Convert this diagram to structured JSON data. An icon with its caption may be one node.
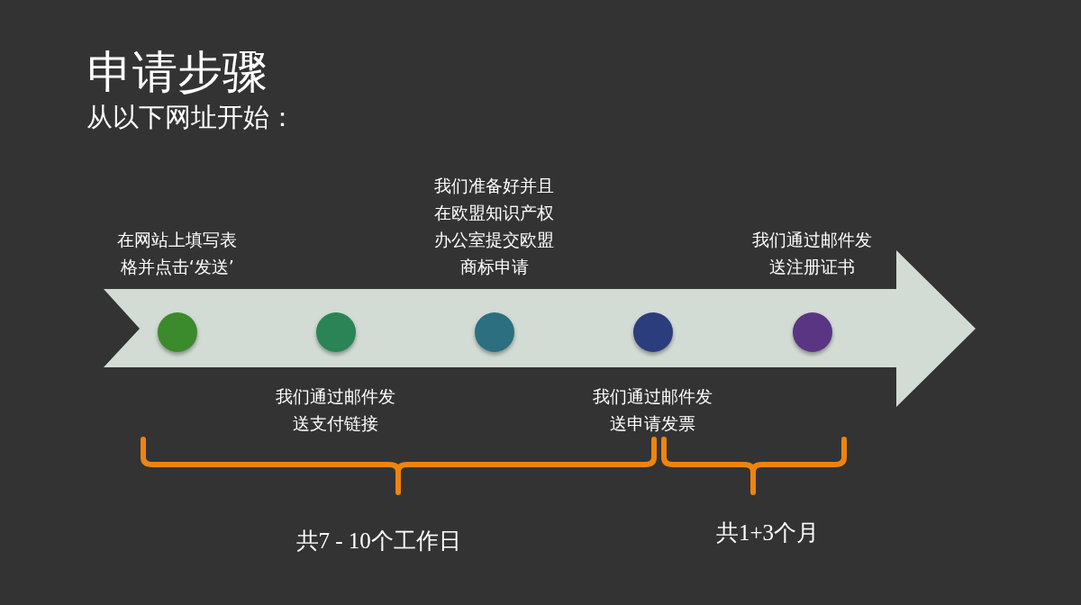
{
  "diagram": {
    "title": "申请步骤",
    "nodes": [
      {
        "text": [],
        "shape": "arrow"
      },
      {
        "text": [],
        "shape": "circle",
        "in": 0,
        "beside": [
          "在网站上填写表格并点击‘发送’"
        ]
      },
      {
        "text": [],
        "shape": "circle",
        "in": 0,
        "beside": [
          "我们通过邮件发送支付链接"
        ]
      },
      {
        "text": [],
        "shape": "circle",
        "in": 0,
        "beside": [
          "我们准备好并且在欧盟知识产权办公室提交欧盟商标申请"
        ]
      },
      {
        "text": [],
        "shape": "circle",
        "in": 0,
        "beside": [
          "我们通过邮件发送申请发票"
        ]
      },
      {
        "text": [],
        "shape": "circle",
        "in": 0,
        "beside": [
          "我们通过邮件发送注册证书"
        ]
      }
    ],
    "labels": [
      "从以下网址开始：",
      "共7 - 10个工作日",
      "共1+3个月"
    ]
  }
}
